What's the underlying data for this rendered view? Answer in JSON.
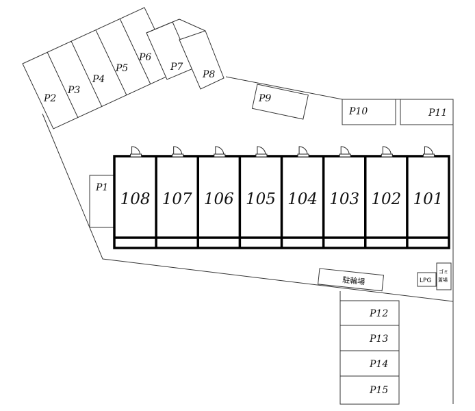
{
  "parking_spaces": {
    "p1": "P1",
    "p2": "P2",
    "p3": "P3",
    "p4": "P4",
    "p5": "P5",
    "p6": "P6",
    "p7": "P7",
    "p8": "P8",
    "p9": "P9",
    "p10": "P10",
    "p11": "P11",
    "p12": "P12",
    "p13": "P13",
    "p14": "P14",
    "p15": "P15"
  },
  "units": [
    "108",
    "107",
    "106",
    "105",
    "104",
    "103",
    "102",
    "101"
  ],
  "facilities": {
    "bicycle_parking": "駐輪場",
    "lpg": "LPG",
    "garbage_line1": "ゴミ",
    "garbage_line2": "置場"
  }
}
